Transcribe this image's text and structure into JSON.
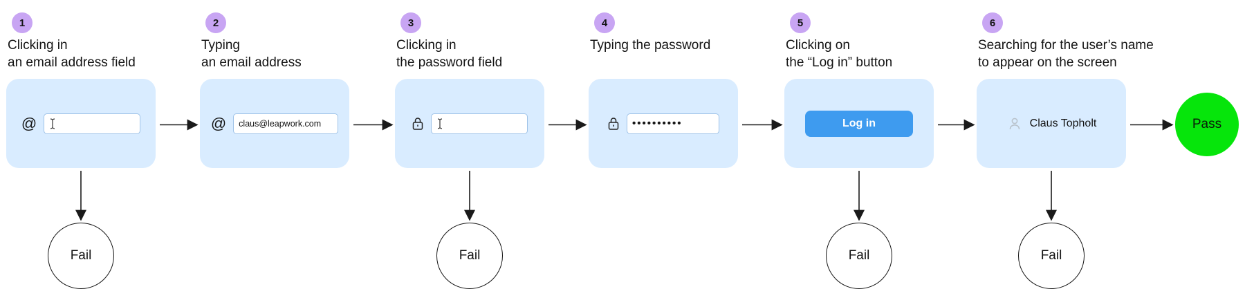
{
  "colors": {
    "box_bg": "#d9ecff",
    "badge_bg": "#c8a5f3",
    "button_bg": "#3e9bef",
    "pass_bg": "#06e50b",
    "input_border": "#9fc3e8",
    "arrow": "#1a1a1a"
  },
  "at_symbol": "@",
  "steps": [
    {
      "number": "1",
      "label": "Clicking in\nan email address field"
    },
    {
      "number": "2",
      "label": "Typing\nan email address",
      "email_value": "claus@leapwork.com"
    },
    {
      "number": "3",
      "label": "Clicking in\nthe password field"
    },
    {
      "number": "4",
      "label": "Typing the password",
      "password_value": "••••••••••"
    },
    {
      "number": "5",
      "label": "Clicking on\nthe “Log in” button",
      "button_label": "Log in"
    },
    {
      "number": "6",
      "label": "Searching for the user’s name\nto appear on the screen",
      "result_text": "Claus Topholt"
    }
  ],
  "fail_nodes": [
    {
      "label": "Fail"
    },
    {
      "label": "Fail"
    },
    {
      "label": "Fail"
    },
    {
      "label": "Fail"
    }
  ],
  "pass_node": {
    "label": "Pass"
  }
}
